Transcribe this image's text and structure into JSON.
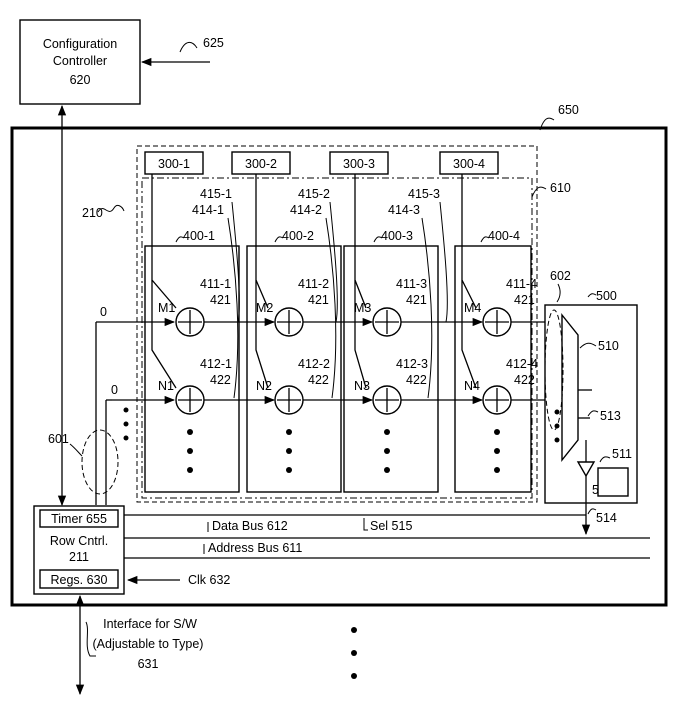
{
  "config": {
    "line1": "Configuration",
    "line2": "Controller",
    "num": "620",
    "input_ref": "625"
  },
  "array_ref": "650",
  "row_group_ref": "210",
  "col_group_ref": "610",
  "memory_units": [
    {
      "label": "300-1",
      "block": "400-1",
      "w_top": "415-1",
      "w_bot": "414-1",
      "adder_top_ref": "411-1",
      "adder_bot_ref": "412-1",
      "m": "M1",
      "n": "N1"
    },
    {
      "label": "300-2",
      "block": "400-2",
      "w_top": "415-2",
      "w_bot": "414-2",
      "adder_top_ref": "411-2",
      "adder_bot_ref": "412-2",
      "m": "M2",
      "n": "N2"
    },
    {
      "label": "300-3",
      "block": "400-3",
      "w_top": "415-3",
      "w_bot": "414-3",
      "adder_top_ref": "411-3",
      "adder_bot_ref": "412-3",
      "m": "M3",
      "n": "N3"
    },
    {
      "label": "300-4",
      "block": "400-4",
      "w_top": "",
      "w_bot": "",
      "adder_top_ref": "411-4",
      "adder_bot_ref": "412-4",
      "m": "M4",
      "n": "N4"
    }
  ],
  "adder_top_num": "421",
  "adder_bot_num": "422",
  "row_input_top": "0",
  "row_input_bot": "0",
  "row_select_ref": "601",
  "output": {
    "block": "500",
    "mux": "510",
    "mux_sel": "513",
    "reg_out": "511",
    "buffer": "512",
    "path": "514",
    "bus_ref": "602"
  },
  "row_ctrl": {
    "timer": "Timer 655",
    "label1": "Row Cntrl.",
    "label2": "211",
    "regs": "Regs. 630"
  },
  "buses": {
    "data": "Data Bus 612",
    "address": "Address Bus 611",
    "sel": "Sel 515"
  },
  "clk": "Clk 632",
  "interface": {
    "line1": "Interface for S/W",
    "line2": "(Adjustable to Type)",
    "num": "631"
  }
}
